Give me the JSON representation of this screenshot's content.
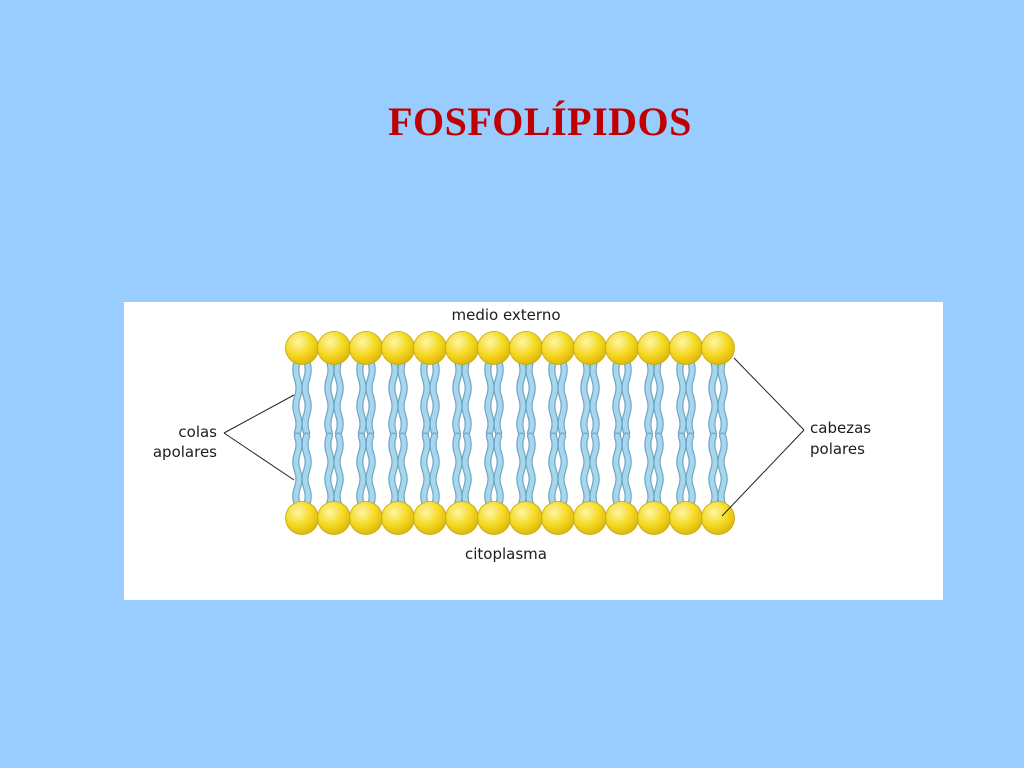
{
  "slide": {
    "title": "FOSFOLÍPIDOS",
    "background_color": "#99ccff",
    "title_color": "#c00000"
  },
  "diagram": {
    "background_color": "#ffffff",
    "labels": {
      "top": "medio externo",
      "bottom": "citoplasma",
      "tails_line1": "colas",
      "tails_line2": "apolares",
      "heads_line1": "cabezas",
      "heads_line2": "polares"
    },
    "head_color": "#f2d21c",
    "tail_color": "#a9d6ec",
    "heads_per_layer": 14
  }
}
